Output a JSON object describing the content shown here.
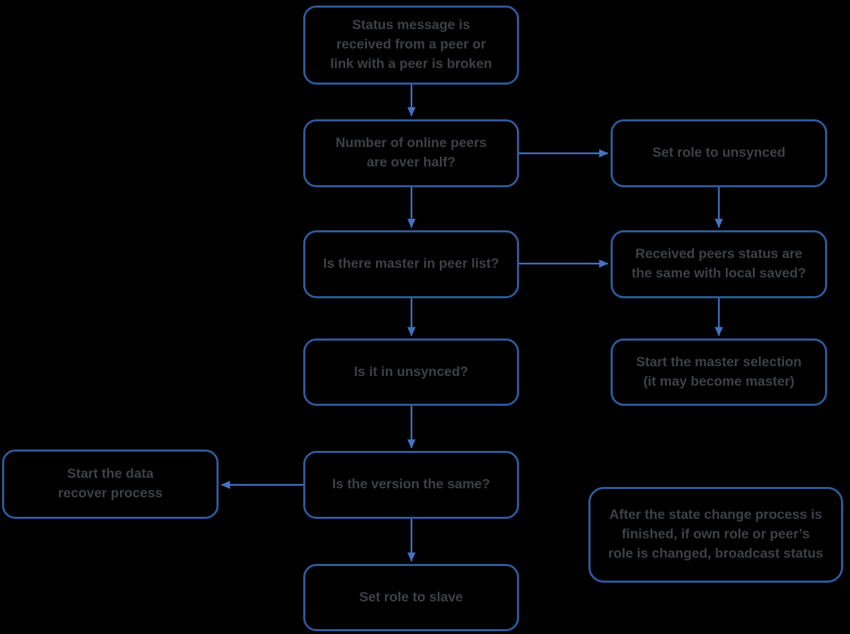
{
  "diagram": {
    "type": "flowchart",
    "description": "Peer status / role change decision flow"
  },
  "colors": {
    "background": "#000000",
    "node_border": "#2e5b9e",
    "arrow": "#4472c4",
    "text": "#3e4044"
  },
  "nodes": {
    "status_received": {
      "label": [
        "Status message is",
        "received from a peer or",
        "link with a peer is broken"
      ]
    },
    "peers_over_half": {
      "label": [
        "Number of online peers",
        "are over half?"
      ]
    },
    "set_role_unsynced": {
      "label": "Set role to unsynced"
    },
    "master_in_peer_list": {
      "label": "Is there master in peer list?"
    },
    "peers_status_same": {
      "label": [
        "Received peers status are",
        "the same with local saved?"
      ]
    },
    "is_in_unsynced": {
      "label": "Is it in unsynced?"
    },
    "start_master_selection": {
      "label": [
        "Start the master selection",
        "(it may become master)"
      ]
    },
    "start_data_recover": {
      "label": [
        "Start the data",
        "recover process"
      ]
    },
    "is_version_same": {
      "label": "Is the version the same?"
    },
    "broadcast_note": {
      "label": [
        "After the state change process is",
        "finished, if own role or peer’s",
        "role is changed, broadcast status"
      ]
    },
    "set_role_slave": {
      "label": "Set role to slave"
    }
  },
  "edges": [
    {
      "from": "status_received",
      "to": "peers_over_half"
    },
    {
      "from": "peers_over_half",
      "to": "set_role_unsynced"
    },
    {
      "from": "peers_over_half",
      "to": "master_in_peer_list"
    },
    {
      "from": "set_role_unsynced",
      "to": "peers_status_same"
    },
    {
      "from": "master_in_peer_list",
      "to": "peers_status_same"
    },
    {
      "from": "master_in_peer_list",
      "to": "is_in_unsynced"
    },
    {
      "from": "peers_status_same",
      "to": "start_master_selection"
    },
    {
      "from": "is_in_unsynced",
      "to": "is_version_same"
    },
    {
      "from": "is_version_same",
      "to": "start_data_recover"
    },
    {
      "from": "is_version_same",
      "to": "set_role_slave"
    }
  ]
}
